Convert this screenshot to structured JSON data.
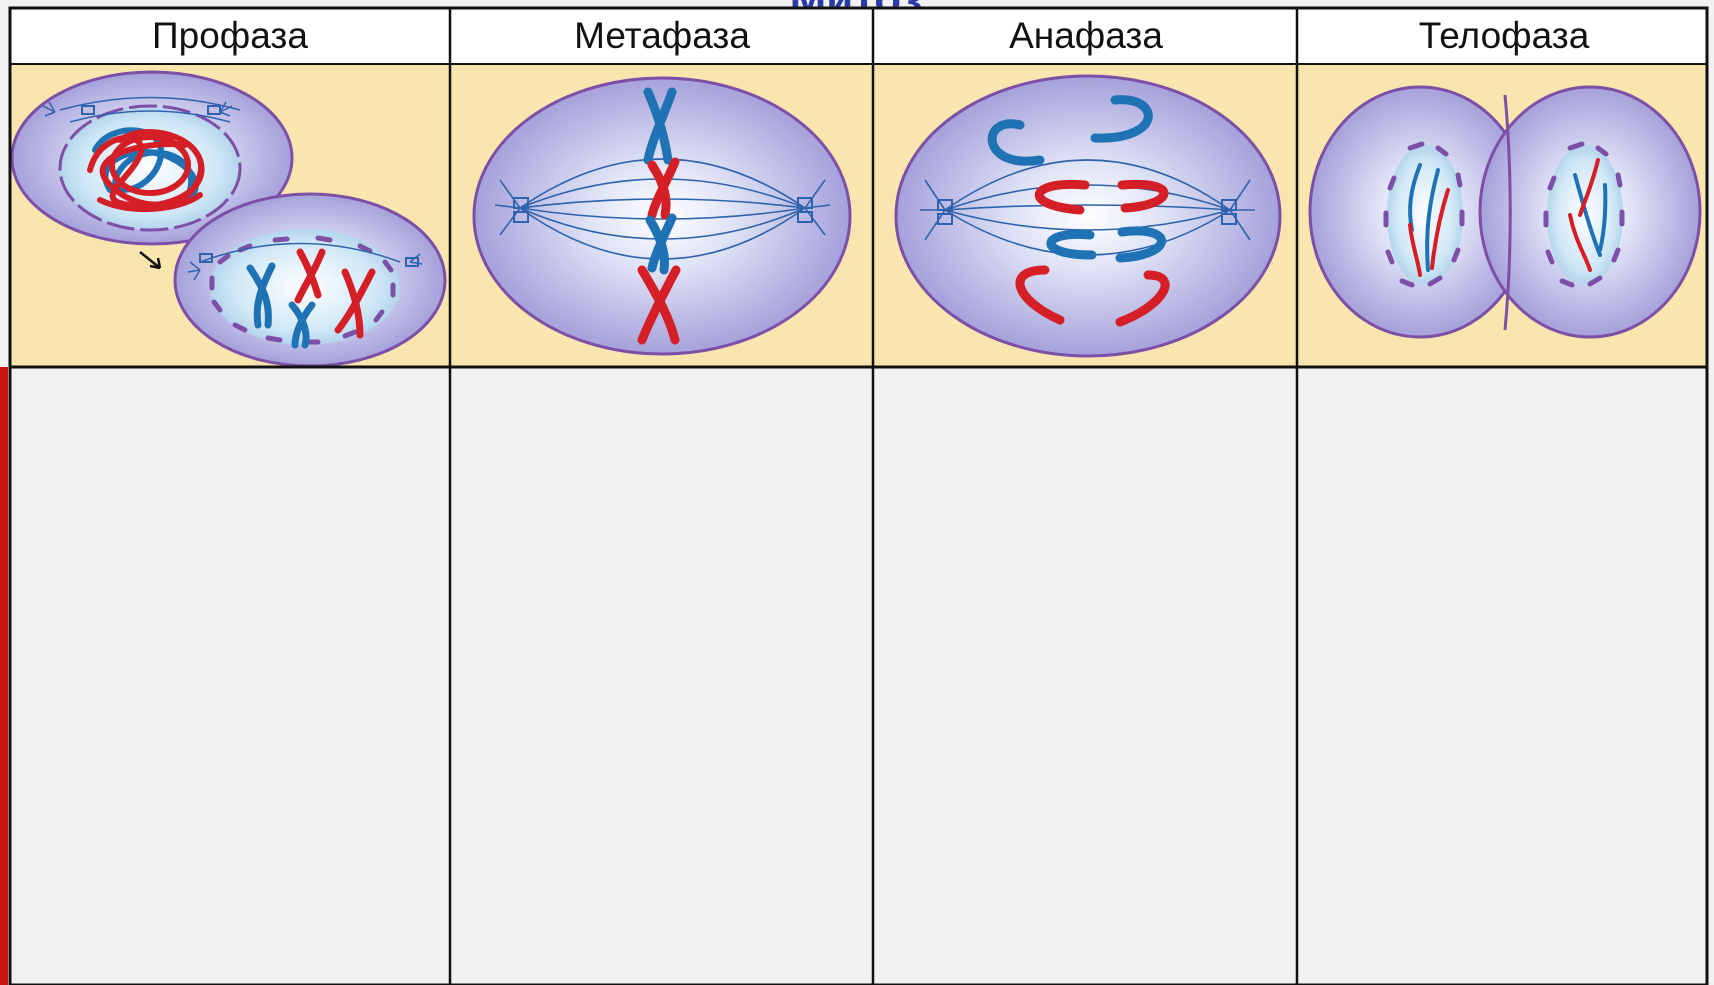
{
  "title": "Митоз",
  "phases": [
    {
      "label": "Профаза"
    },
    {
      "label": "Метафаза"
    },
    {
      "label": "Анафаза"
    },
    {
      "label": "Телофаза"
    }
  ],
  "colors": {
    "illustration_bg": "#f9e6ae",
    "cell_edge": "#7d4fa6",
    "cell_fill": "#a9a3db",
    "spindle": "#2f63ad",
    "chromosome_blue": "#1f73b5",
    "chromosome_red": "#d51f27",
    "blank_cell": "#f1f1f1",
    "grid_line": "#111111",
    "left_accent": "#cc1111"
  }
}
